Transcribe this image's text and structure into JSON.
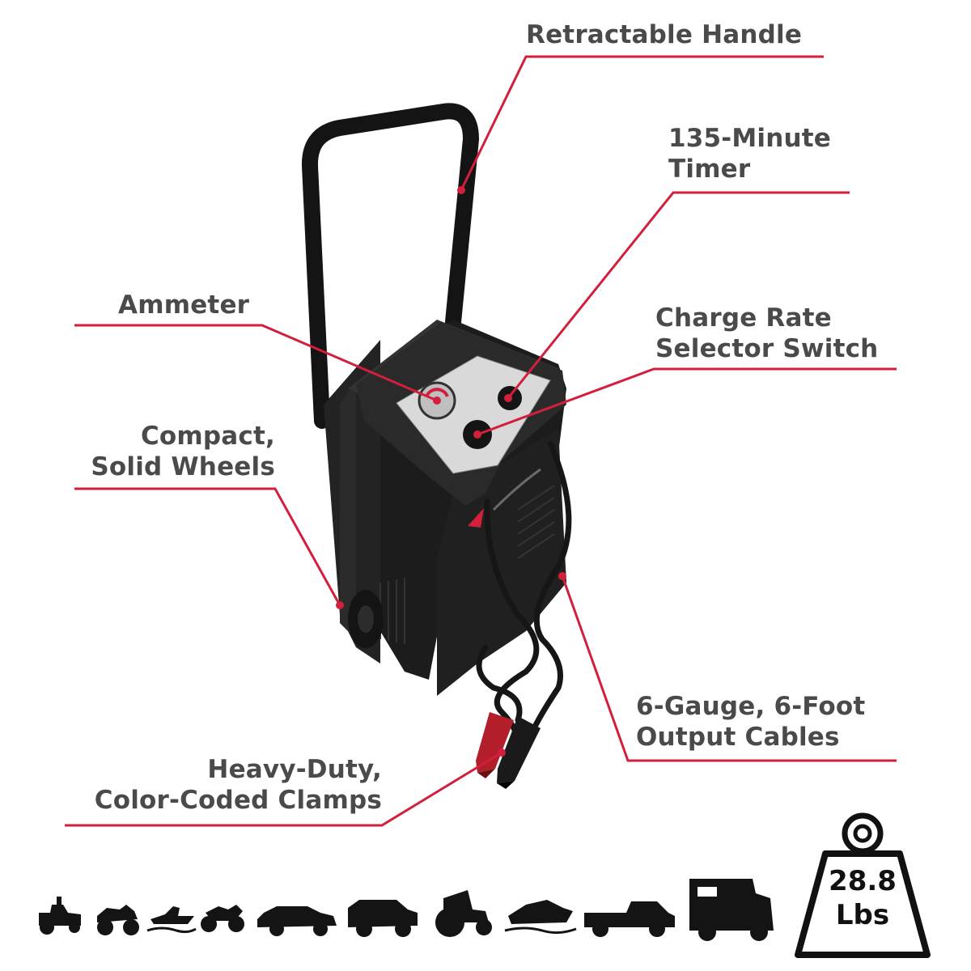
{
  "callouts": {
    "handle": "Retractable Handle",
    "timer": [
      "135-Minute",
      "Timer"
    ],
    "ammeter": "Ammeter",
    "charge_rate": [
      "Charge Rate",
      "Selector Switch"
    ],
    "wheels": [
      "Compact,",
      "Solid Wheels"
    ],
    "cables": [
      "6-Gauge, 6-Foot",
      "Output Cables"
    ],
    "clamps": [
      "Heavy-Duty,",
      "Color-Coded Clamps"
    ]
  },
  "weight": {
    "value": "28.8",
    "unit": "Lbs"
  },
  "vehicle_icons": [
    "riding-mower-icon",
    "atv-icon",
    "jet-ski-icon",
    "motorcycle-icon",
    "car-icon",
    "suv-icon",
    "tractor-icon",
    "boat-icon",
    "pickup-truck-icon",
    "rv-icon"
  ],
  "colors": {
    "accent": "#d21f3c",
    "text": "#4a4a4a",
    "product": "#1c1c1c"
  }
}
